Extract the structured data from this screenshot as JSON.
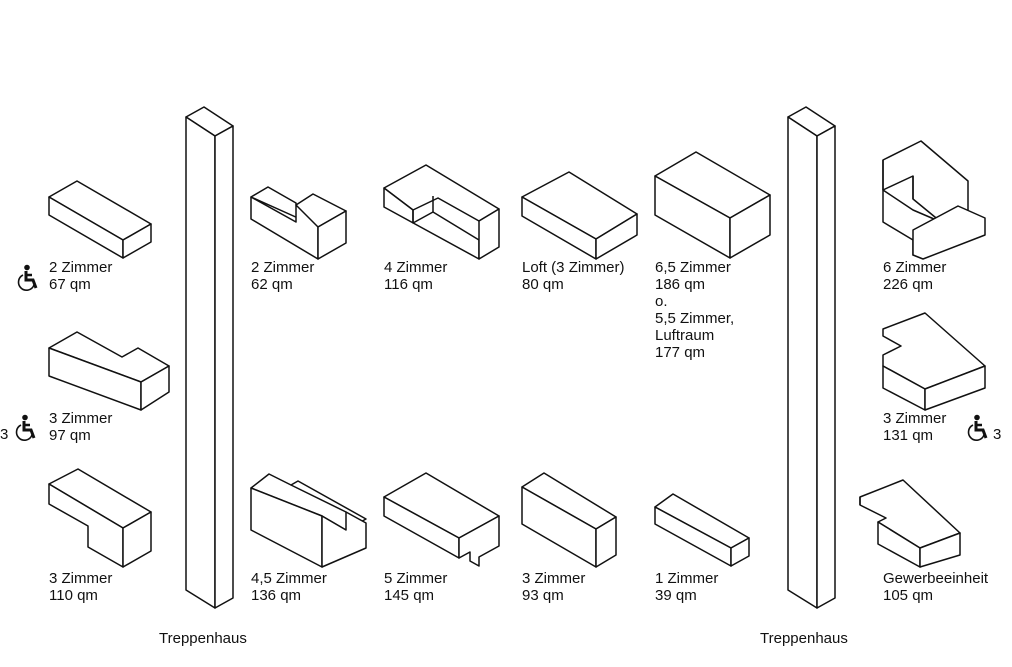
{
  "staircases": [
    "Treppenhaus",
    "Treppenhaus"
  ],
  "units": [
    {
      "lines": [
        "2 Zimmer",
        "67 qm"
      ],
      "accessible": true
    },
    {
      "lines": [
        "3 Zimmer",
        "97 qm"
      ],
      "accessible": true,
      "count": "3"
    },
    {
      "lines": [
        "3 Zimmer",
        "110 qm"
      ]
    },
    {
      "lines": [
        "2 Zimmer",
        "62 qm"
      ]
    },
    {
      "lines": [
        "4,5 Zimmer",
        "136 qm"
      ]
    },
    {
      "lines": [
        "4 Zimmer",
        "116 qm"
      ]
    },
    {
      "lines": [
        "5 Zimmer",
        "145 qm"
      ]
    },
    {
      "lines": [
        "Loft (3 Zimmer)",
        "80 qm"
      ]
    },
    {
      "lines": [
        "3 Zimmer",
        "93 qm"
      ]
    },
    {
      "lines": [
        "6,5 Zimmer",
        "186 qm",
        "o.",
        "5,5 Zimmer,",
        "Luftraum",
        "177 qm"
      ]
    },
    {
      "lines": [
        "1 Zimmer",
        "39 qm"
      ]
    },
    {
      "lines": [
        "6 Zimmer",
        "226 qm"
      ]
    },
    {
      "lines": [
        "3 Zimmer",
        "131 qm"
      ],
      "accessible": true,
      "count": "3"
    },
    {
      "lines": [
        "Gewerbeeinheit",
        "105 qm"
      ]
    }
  ],
  "icons": {
    "accessible": "wheelchair-icon"
  }
}
